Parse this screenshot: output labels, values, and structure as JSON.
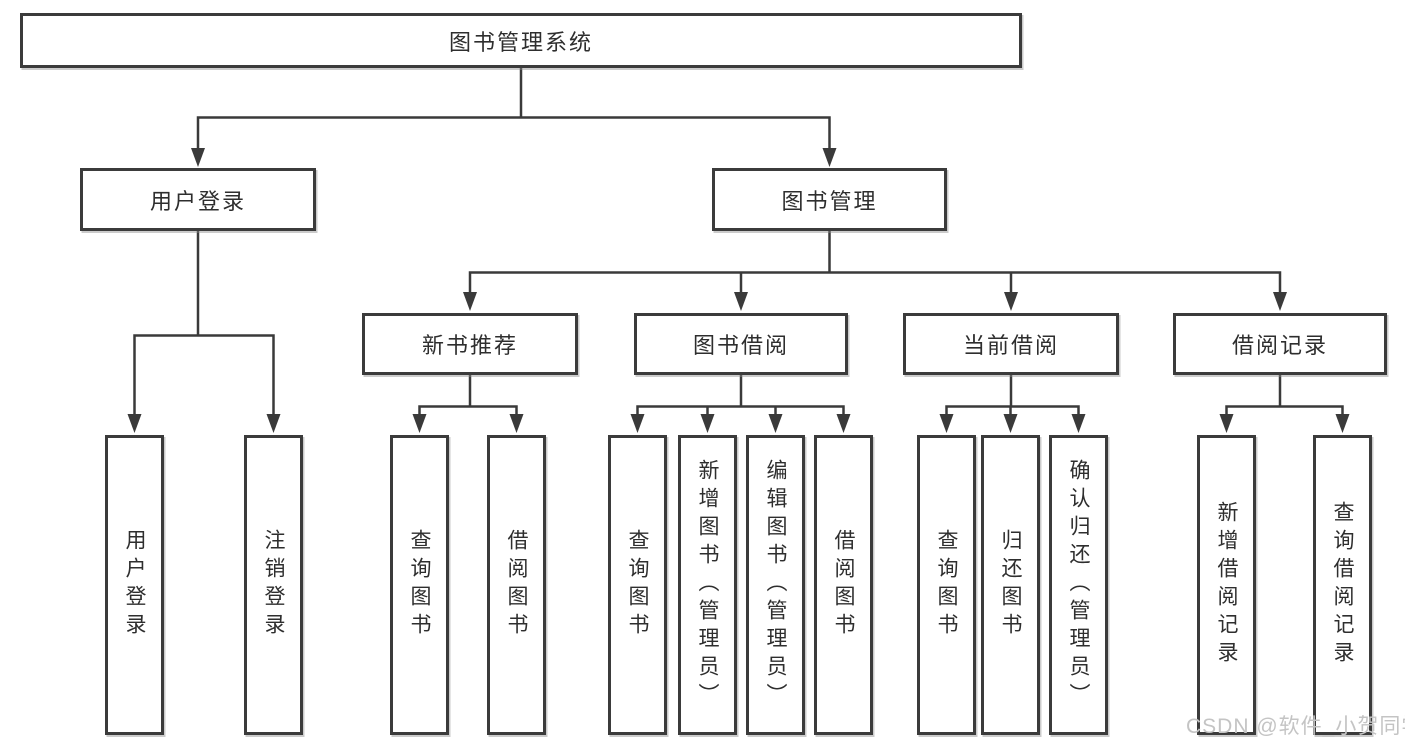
{
  "diagram": {
    "type": "hierarchy-tree",
    "root": {
      "label": "图书管理系统"
    },
    "branches": [
      {
        "label": "用户登录",
        "children": [
          {
            "label": "用户登录"
          },
          {
            "label": "注销登录"
          }
        ]
      },
      {
        "label": "图书管理",
        "children": [
          {
            "label": "新书推荐",
            "children": [
              {
                "label": "查询图书"
              },
              {
                "label": "借阅图书"
              }
            ]
          },
          {
            "label": "图书借阅",
            "children": [
              {
                "label": "查询图书"
              },
              {
                "label": "新增图书（管理员）"
              },
              {
                "label": "编辑图书（管理员）"
              },
              {
                "label": "借阅图书"
              }
            ]
          },
          {
            "label": "当前借阅",
            "children": [
              {
                "label": "查询图书"
              },
              {
                "label": "归还图书"
              },
              {
                "label": "确认归还（管理员）"
              }
            ]
          },
          {
            "label": "借阅记录",
            "children": [
              {
                "label": "新增借阅记录"
              },
              {
                "label": "查询借阅记录"
              }
            ]
          }
        ]
      }
    ]
  },
  "style": {
    "line_color": "#3a3a3a",
    "box_border_color": "#3b3b3b",
    "background": "#ffffff",
    "watermark_color": "#c4c4c4"
  },
  "watermark": {
    "text": "CSDN @软件_小贺同学"
  }
}
